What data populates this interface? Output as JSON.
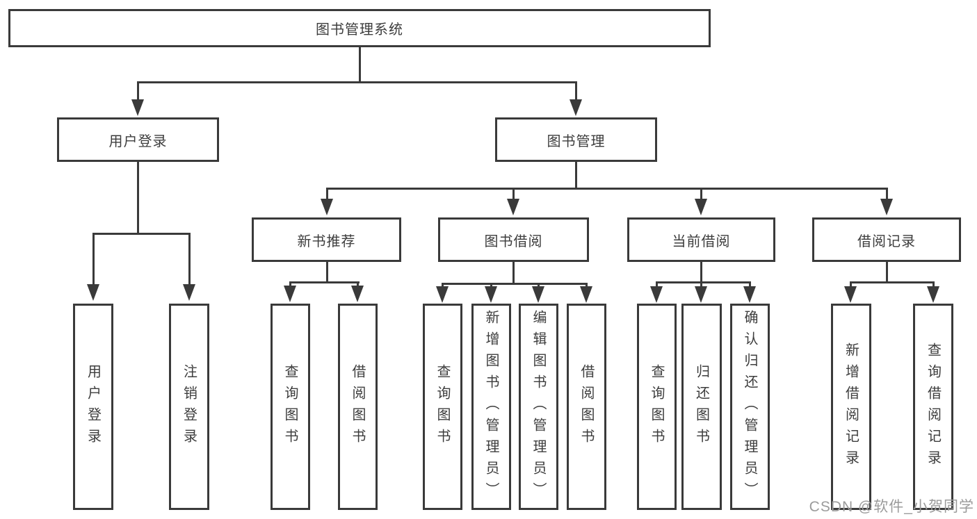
{
  "diagram": {
    "root": {
      "label": "图书管理系统"
    },
    "user_login": {
      "label": "用户登录",
      "children": [
        {
          "label": "用户登录"
        },
        {
          "label": "注销登录"
        }
      ]
    },
    "book_mgmt": {
      "label": "图书管理",
      "groups": [
        {
          "label": "新书推荐",
          "children": [
            {
              "label": "查询图书"
            },
            {
              "label": "借阅图书"
            }
          ]
        },
        {
          "label": "图书借阅",
          "children": [
            {
              "label": "查询图书"
            },
            {
              "label": "新增图书（管理员）"
            },
            {
              "label": "编辑图书（管理员）"
            },
            {
              "label": "借阅图书"
            }
          ]
        },
        {
          "label": "当前借阅",
          "children": [
            {
              "label": "查询图书"
            },
            {
              "label": "归还图书"
            },
            {
              "label": "确认归还（管理员）"
            }
          ]
        },
        {
          "label": "借阅记录",
          "children": [
            {
              "label": "新增借阅记录"
            },
            {
              "label": "查询借阅记录"
            }
          ]
        }
      ]
    },
    "line_color": "#3a3a3a"
  },
  "watermark": {
    "text": "CSDN @软件_小贺同学"
  }
}
